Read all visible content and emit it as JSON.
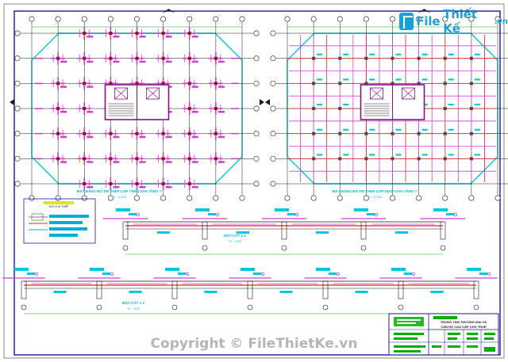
{
  "logo": {
    "brand": "File",
    "name": "Thiết Kế",
    "suffix": ".vn"
  },
  "watermark": "Copyright © FileThietKe.vn",
  "plans": {
    "left_title": "MẶT BẰNG BỐ TRÍ THÉP LỚP TRÊN SÀN TẦNG 7",
    "left_scale": "TL : 1/100",
    "right_title": "MẶT BẰNG BỐ TRÍ THÉP LỚP DƯỚI SÀN TẦNG 7",
    "right_scale": "TL : 1/100"
  },
  "sections": {
    "upper_title": "MẶT CẮT 2-2",
    "upper_scale": "TL : 1/30",
    "lower_title": "MẶT CẮT 1-1",
    "lower_scale": "TL : 1/30"
  },
  "notes": {
    "title": "GHI CHÚ THÉP"
  },
  "title_block": {
    "line1": "TRUNG TÂM THƯƠNG MẠI VÀ",
    "line2": "CĂN HỘ CAO CẤP CHO THUÊ"
  },
  "colors": {
    "frame": "#1a1a9a",
    "grid": "#1a1a1a",
    "outline": "#00c8e0",
    "rebar_top": "#d040d0",
    "rebar_bottom": "#e02020",
    "green": "#00b000",
    "text_cyan": "#00b8d8"
  }
}
